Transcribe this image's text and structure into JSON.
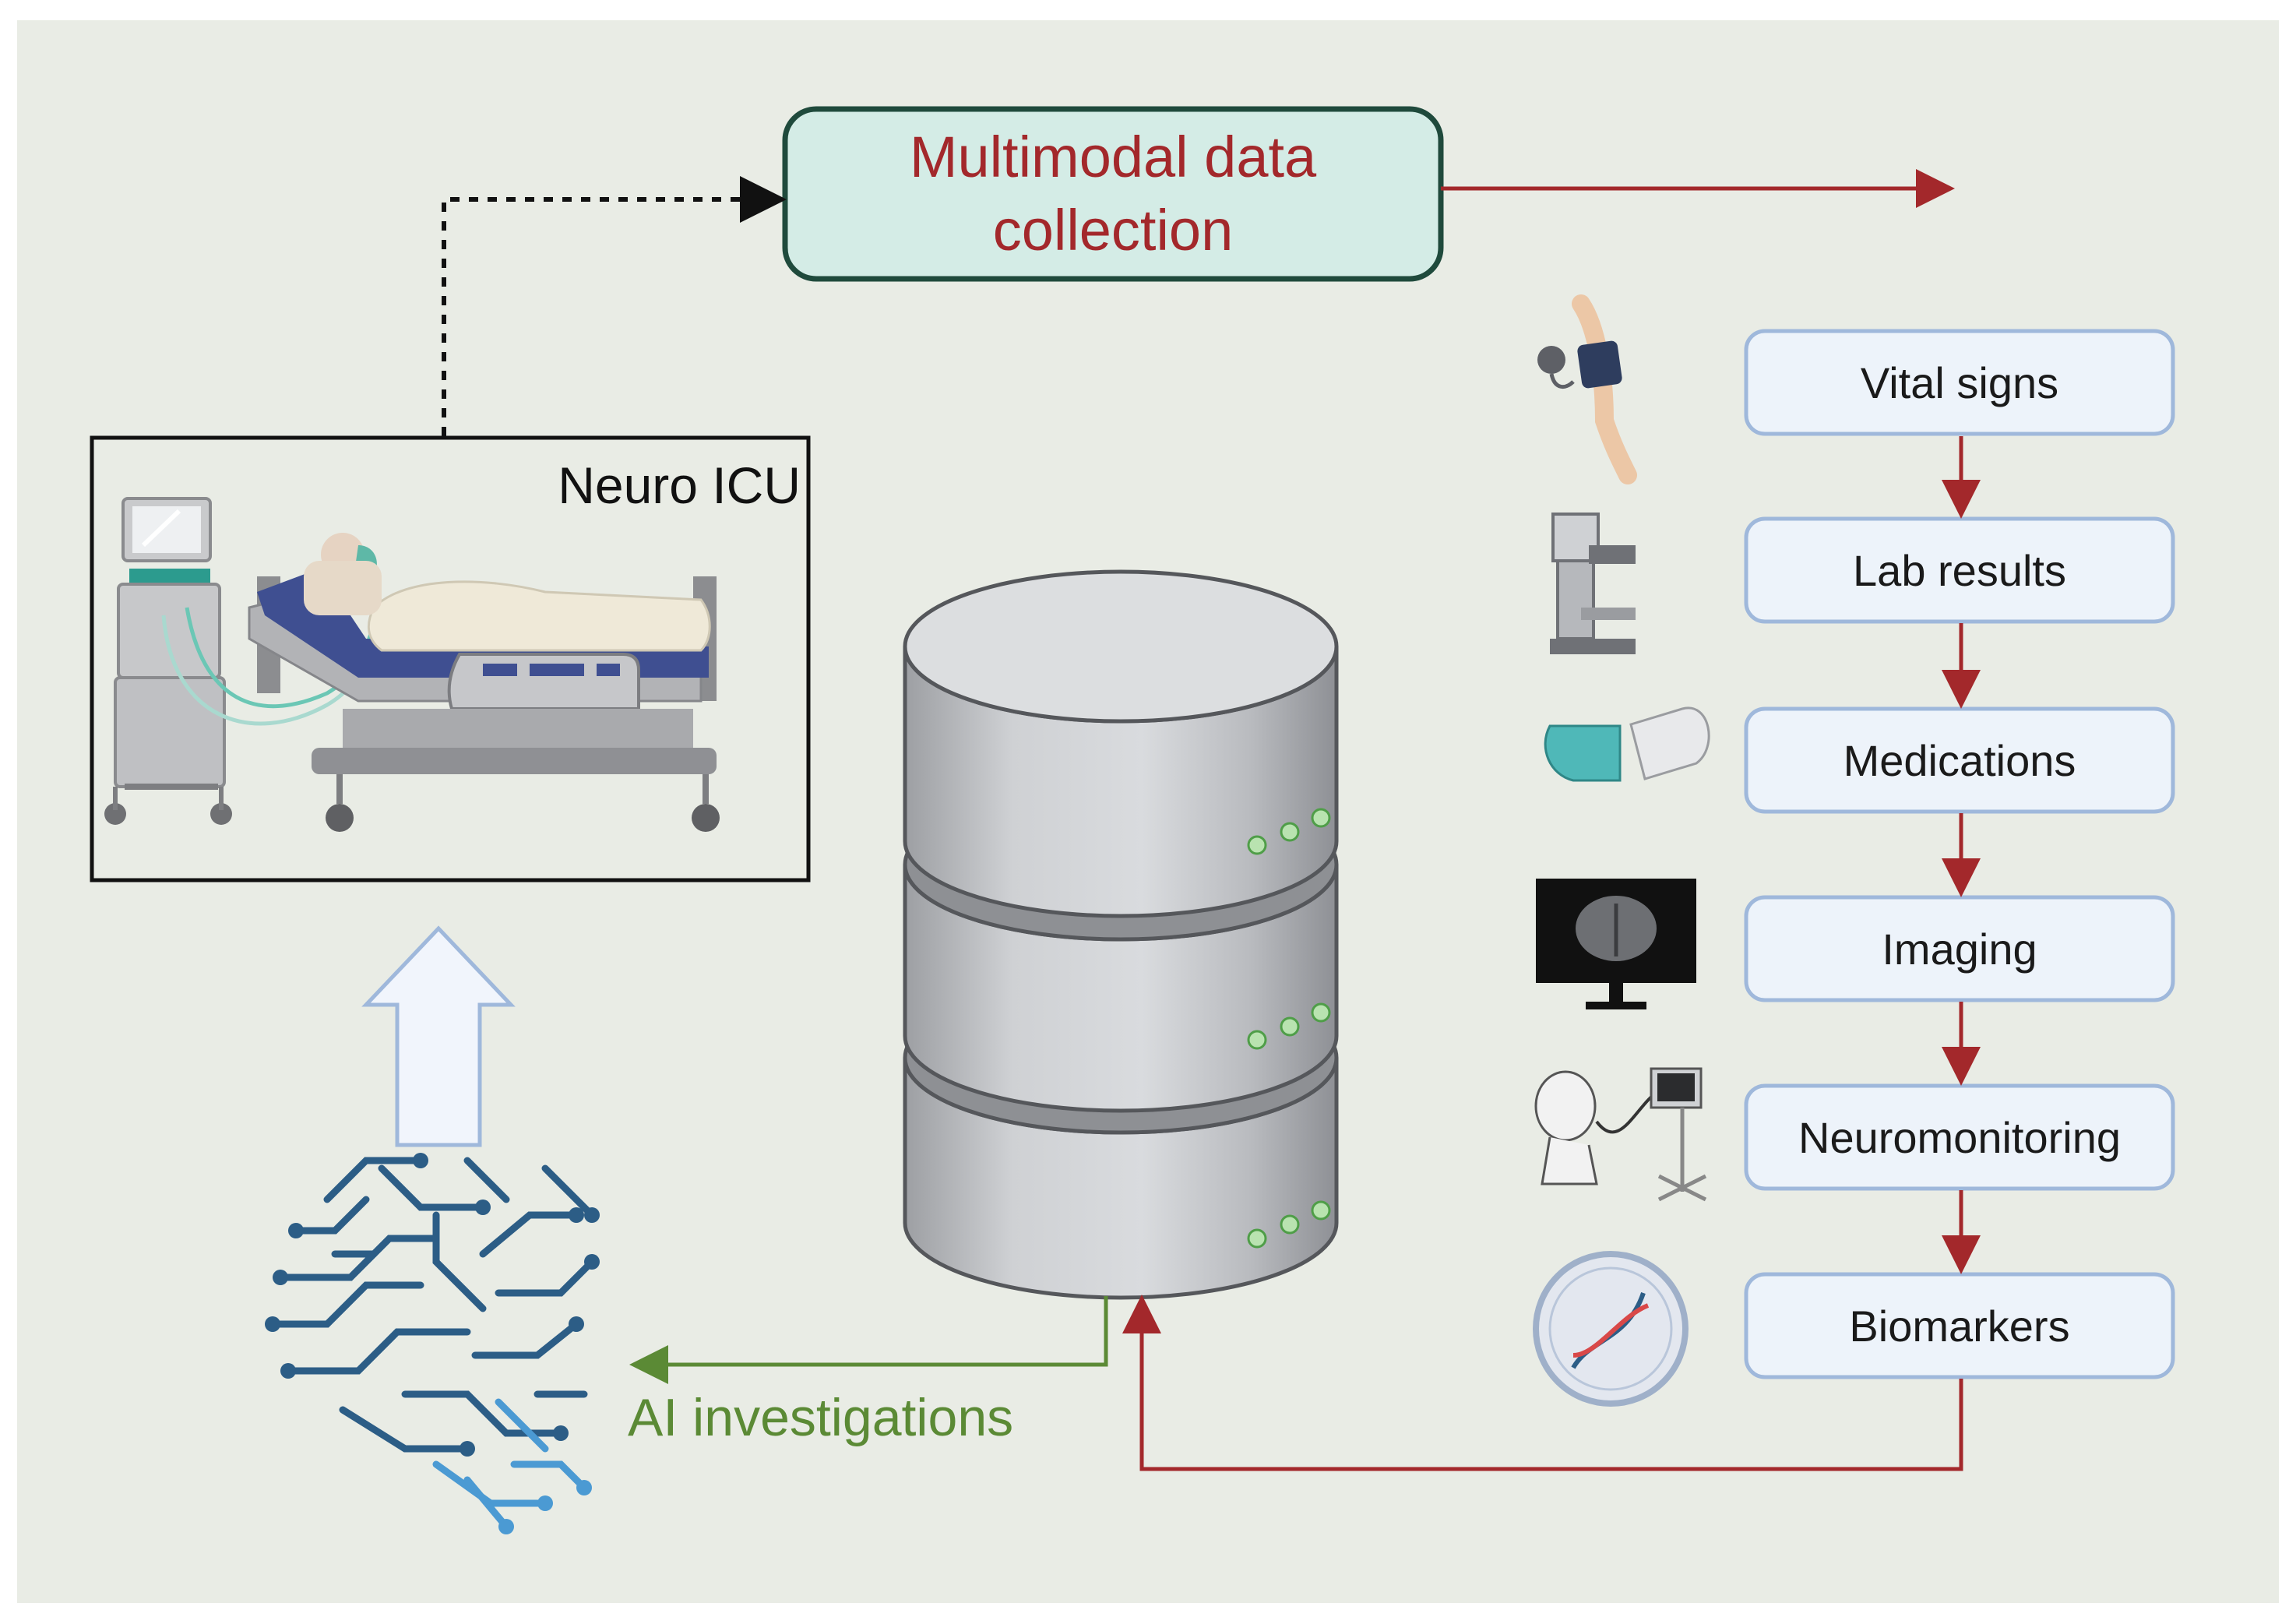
{
  "diagram": {
    "title": "Multimodal data collection",
    "setting": "Neuro ICU",
    "ai_label": "AI investigations",
    "steps": [
      "Vital signs",
      "Lab results",
      "Medications",
      "Imaging",
      "Neuromonitoring",
      "Biomarkers"
    ],
    "colors": {
      "background": "#e9ece5",
      "title_text": "#a3282b",
      "title_box_fill": "#d4ece6",
      "title_box_border": "#1f4a3c",
      "flow_arrow": "#a3282b",
      "ai_arrow": "#5b8a35",
      "step_box_fill": "#edf3fa",
      "step_box_border": "#9fb8db",
      "up_arrow_fill": "#f1f5fc",
      "up_arrow_stroke": "#9fb8db",
      "brain_dark": "#2c5d86",
      "brain_light": "#4b9ad3"
    },
    "icons": [
      "blood-pressure-cuff-icon",
      "microscope-icon",
      "capsule-icon",
      "brain-scan-monitor-icon",
      "eeg-monitor-icon",
      "dna-petri-dish-icon",
      "database-icon",
      "ai-brain-icon",
      "icu-bed-icon"
    ]
  }
}
